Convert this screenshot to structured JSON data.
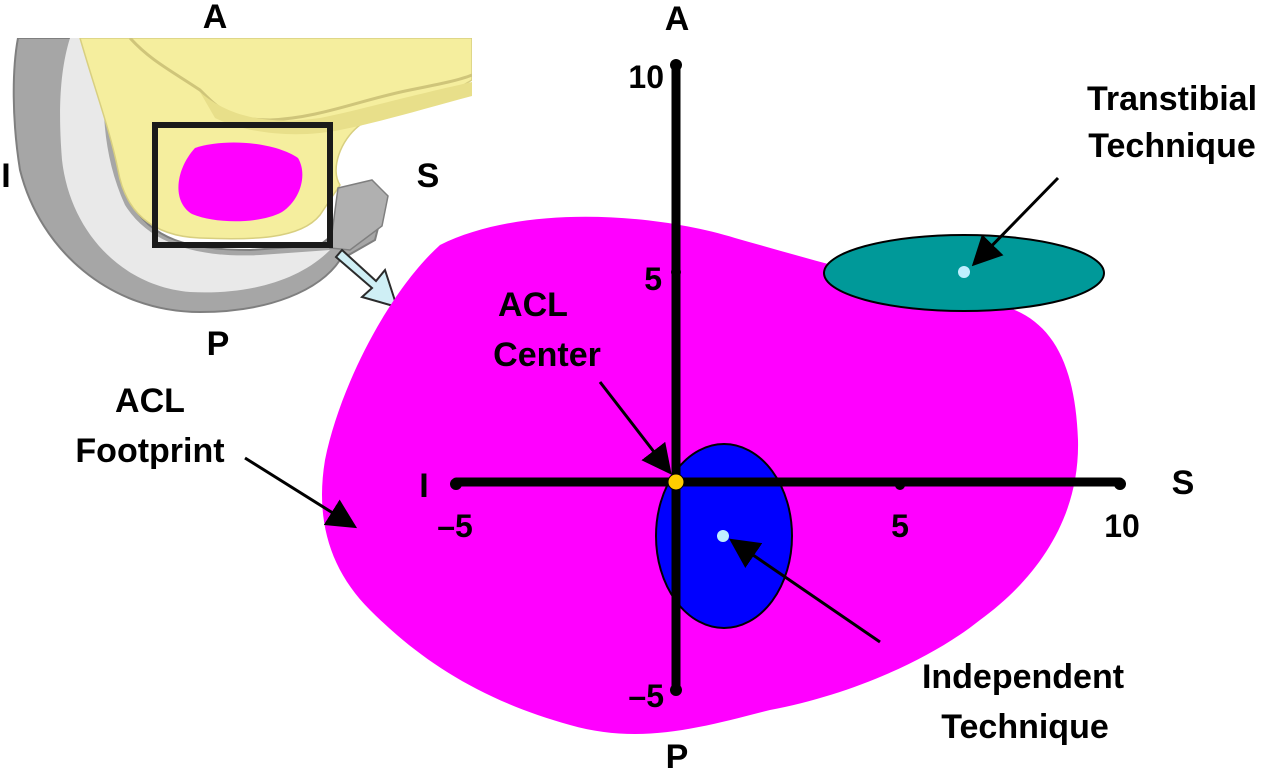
{
  "inset": {
    "anterior_label": "A",
    "posterior_label": "P",
    "inferior_label": "I",
    "superior_label": "S"
  },
  "axes": {
    "anterior_label": "A",
    "posterior_label": "P",
    "inferior_label": "I",
    "superior_label": "S",
    "ticks": {
      "x_neg5": "–5",
      "x_5": "5",
      "x_10": "10",
      "y_10": "10",
      "y_5": "5",
      "y_neg5": "–5"
    }
  },
  "annotations": {
    "transtibial_line1": "Transtibial",
    "transtibial_line2": "Technique",
    "acl_center_line1": "ACL",
    "acl_center_line2": "Center",
    "acl_footprint_line1": "ACL",
    "acl_footprint_line2": "Footprint",
    "independent_line1": "Independent",
    "independent_line2": "Technique"
  },
  "colors": {
    "footprint": "#ff00ff",
    "transtibial_ellipse": "#009999",
    "independent_ellipse": "#0000ff",
    "acl_center_dot": "#ffcc00",
    "bone_yellow": "#f5ee9e",
    "bone_gray": "#999999",
    "centroid_dot": "#bfefff"
  }
}
